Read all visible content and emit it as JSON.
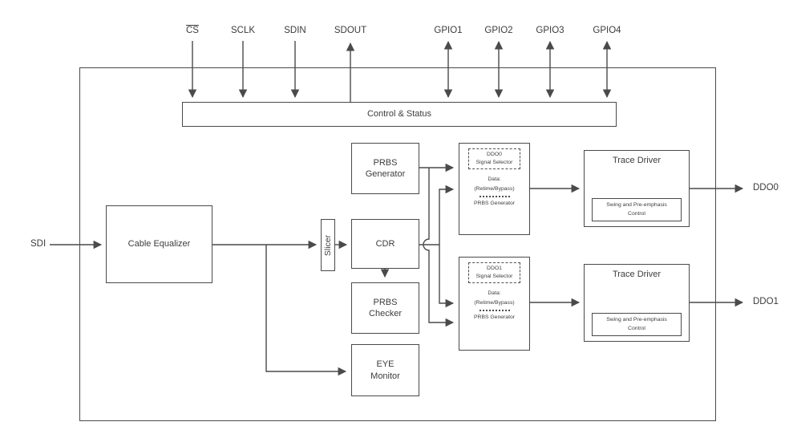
{
  "colors": {
    "line": "#4a4a4a",
    "text": "#3c3c3c",
    "background": "#ffffff"
  },
  "top_ports": [
    {
      "label": "CS",
      "overline": true,
      "direction": "input"
    },
    {
      "label": "SCLK",
      "overline": false,
      "direction": "input"
    },
    {
      "label": "SDIN",
      "overline": false,
      "direction": "input"
    },
    {
      "label": "SDOUT",
      "overline": false,
      "direction": "output"
    },
    {
      "label": "GPIO1",
      "overline": false,
      "direction": "bidirectional"
    },
    {
      "label": "GPIO2",
      "overline": false,
      "direction": "bidirectional"
    },
    {
      "label": "GPIO3",
      "overline": false,
      "direction": "bidirectional"
    },
    {
      "label": "GPIO4",
      "overline": false,
      "direction": "bidirectional"
    }
  ],
  "side_ports": {
    "input": "SDI",
    "output_top": "DDO0",
    "output_bottom": "DDO1"
  },
  "blocks": {
    "control_status": "Control & Status",
    "cable_equalizer": "Cable Equalizer",
    "slicer": "Slicer",
    "cdr": "CDR",
    "prbs_generator": "PRBS\nGenerator",
    "prbs_checker": "PRBS\nChecker",
    "eye_monitor": "EYE\nMonitor",
    "ddo0_selector": {
      "title": "DDO0\nSignal Selector",
      "option_data": "Data:\n(Retime/Bypass)",
      "option_prbs": "PRBS Generator"
    },
    "ddo1_selector": {
      "title": "DDO1\nSignal Selector",
      "option_data": "Data:\n(Retime/Bypass)",
      "option_prbs": "PRBS Generator"
    },
    "trace_driver_top": {
      "title": "Trace Driver",
      "subblock": "Swing and Pre-emphasis\nControl"
    },
    "trace_driver_bottom": {
      "title": "Trace Driver",
      "subblock": "Swing and Pre-emphasis\nControl"
    }
  }
}
